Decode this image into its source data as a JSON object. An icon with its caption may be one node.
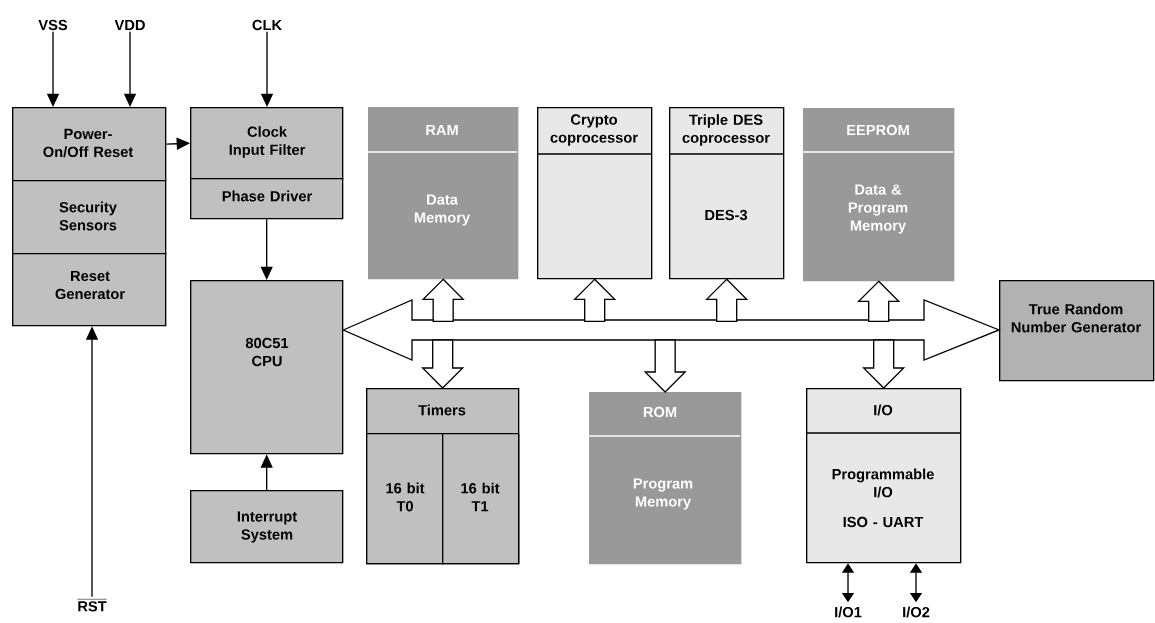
{
  "diagram": {
    "nodes": [
      {
        "text": [
          "VSS"
        ]
      },
      {
        "text": [
          "VDD"
        ]
      },
      {
        "text": [
          "CLK"
        ]
      },
      {
        "text": [
          "Power-On/Off Reset"
        ]
      },
      {
        "text": [
          "Security Sensors"
        ]
      },
      {
        "text": [
          "Reset Generator"
        ]
      },
      {
        "text": [
          "Clock Input Filter"
        ]
      },
      {
        "text": [
          "Phase Driver"
        ]
      },
      {
        "text": [
          "80C51 CPU"
        ]
      },
      {
        "text": [
          "Interrupt System"
        ]
      },
      {
        "text": [
          "RAM",
          "Data Memory"
        ]
      },
      {
        "text": [
          "Crypto coprocessor"
        ]
      },
      {
        "text": [
          "Triple DES coprocessor",
          "DES-3"
        ]
      },
      {
        "text": [
          "EEPROM",
          "Data & Program Memory"
        ]
      },
      {
        "text": [
          "True Random Number Generator"
        ]
      },
      {
        "text": [
          "Timers"
        ]
      },
      {
        "text": [
          "16 bit T0"
        ],
        "in": 15
      },
      {
        "text": [
          "16 bit T1"
        ],
        "in": 15
      },
      {
        "text": [
          "ROM",
          "Program Memory"
        ]
      },
      {
        "text": [
          "I/O",
          "Programmable I/O",
          "ISO - UART"
        ]
      },
      {
        "text": [
          "RST"
        ]
      },
      {
        "text": [
          "I/O1"
        ]
      },
      {
        "text": [
          "I/O2"
        ]
      }
    ],
    "edges": [
      {
        "from": 0,
        "to": 3,
        "arrow": "to"
      },
      {
        "from": 1,
        "to": 3,
        "arrow": "to"
      },
      {
        "from": 2,
        "to": 6,
        "arrow": "to"
      },
      {
        "from": 3,
        "to": 6,
        "arrow": "to"
      },
      {
        "from": 7,
        "to": 8,
        "arrow": "to"
      },
      {
        "from": 9,
        "to": 8,
        "arrow": "to"
      },
      {
        "from": 20,
        "to": 5,
        "arrow": "to"
      },
      {
        "from": 8,
        "to": 14,
        "arrow": "both",
        "style": "thick"
      },
      {
        "from": null,
        "to": 10,
        "arrow": "to",
        "style": "thick"
      },
      {
        "from": null,
        "to": 11,
        "arrow": "to",
        "style": "thick"
      },
      {
        "from": null,
        "to": 12,
        "arrow": "to",
        "style": "thick"
      },
      {
        "from": null,
        "to": 13,
        "arrow": "to",
        "style": "thick"
      },
      {
        "from": null,
        "to": 15,
        "arrow": "to",
        "style": "thick"
      },
      {
        "from": null,
        "to": 18,
        "arrow": "to",
        "style": "thick"
      },
      {
        "from": null,
        "to": 19,
        "arrow": "to",
        "style": "thick"
      },
      {
        "from": 19,
        "to": 21,
        "arrow": "both"
      },
      {
        "from": 19,
        "to": 22,
        "arrow": "both"
      }
    ]
  }
}
